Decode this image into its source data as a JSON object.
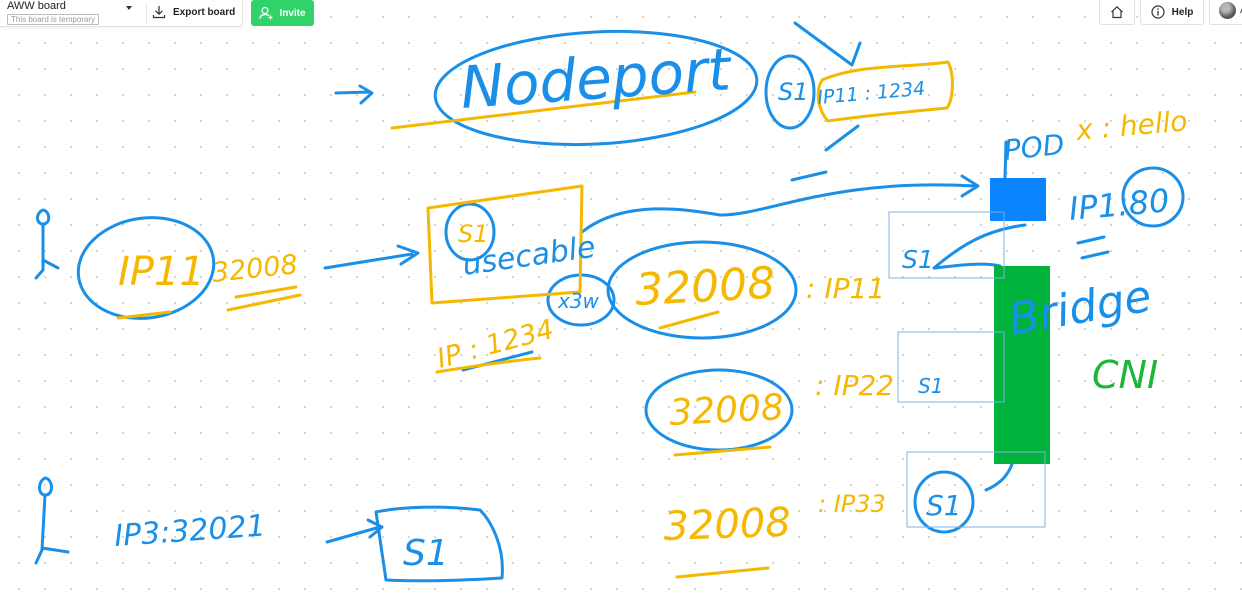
{
  "header": {
    "board_name": "AWW board",
    "board_note": "This board is temporary",
    "export_label": "Export board",
    "invite_label": "Invite",
    "help_label": "Help",
    "user_initial": "A"
  },
  "canvas": {
    "ink_colors": {
      "blue": "#1a8fe8",
      "orange": "#f5b800",
      "green": "#1db53a"
    },
    "fills": {
      "pod_box": "#0a84ff",
      "bridge_bar": "#00b33c",
      "container_box": "#7eb2e8"
    },
    "texts": {
      "nodeport": "Nodeport",
      "s1_top": "S1",
      "ip11_1234": "IP11 : 1234",
      "pod": "POD",
      "x_hello": "x : hello",
      "ip1_80": "IP1:80",
      "ip11_left": "IP11",
      "port_32008_left": "32008",
      "service_s1": "S1",
      "usecable": "usecable",
      "ip_1234": "IP : 1234",
      "x_3w": "x3w",
      "port_32008_mid": "32008",
      "ip11_mid": ": IP11",
      "s1_box1": "S1",
      "bridge": "Bridge",
      "cni": "CNI",
      "port_32008_low": "32008",
      "ip22": ": IP22",
      "s1_box2": "S1",
      "port_32008_bottom": "32008",
      "ip33": ": IP33",
      "s1_box3": "S1",
      "ip3_32021": "IP3:32021",
      "s1_bottom": "S1"
    }
  }
}
